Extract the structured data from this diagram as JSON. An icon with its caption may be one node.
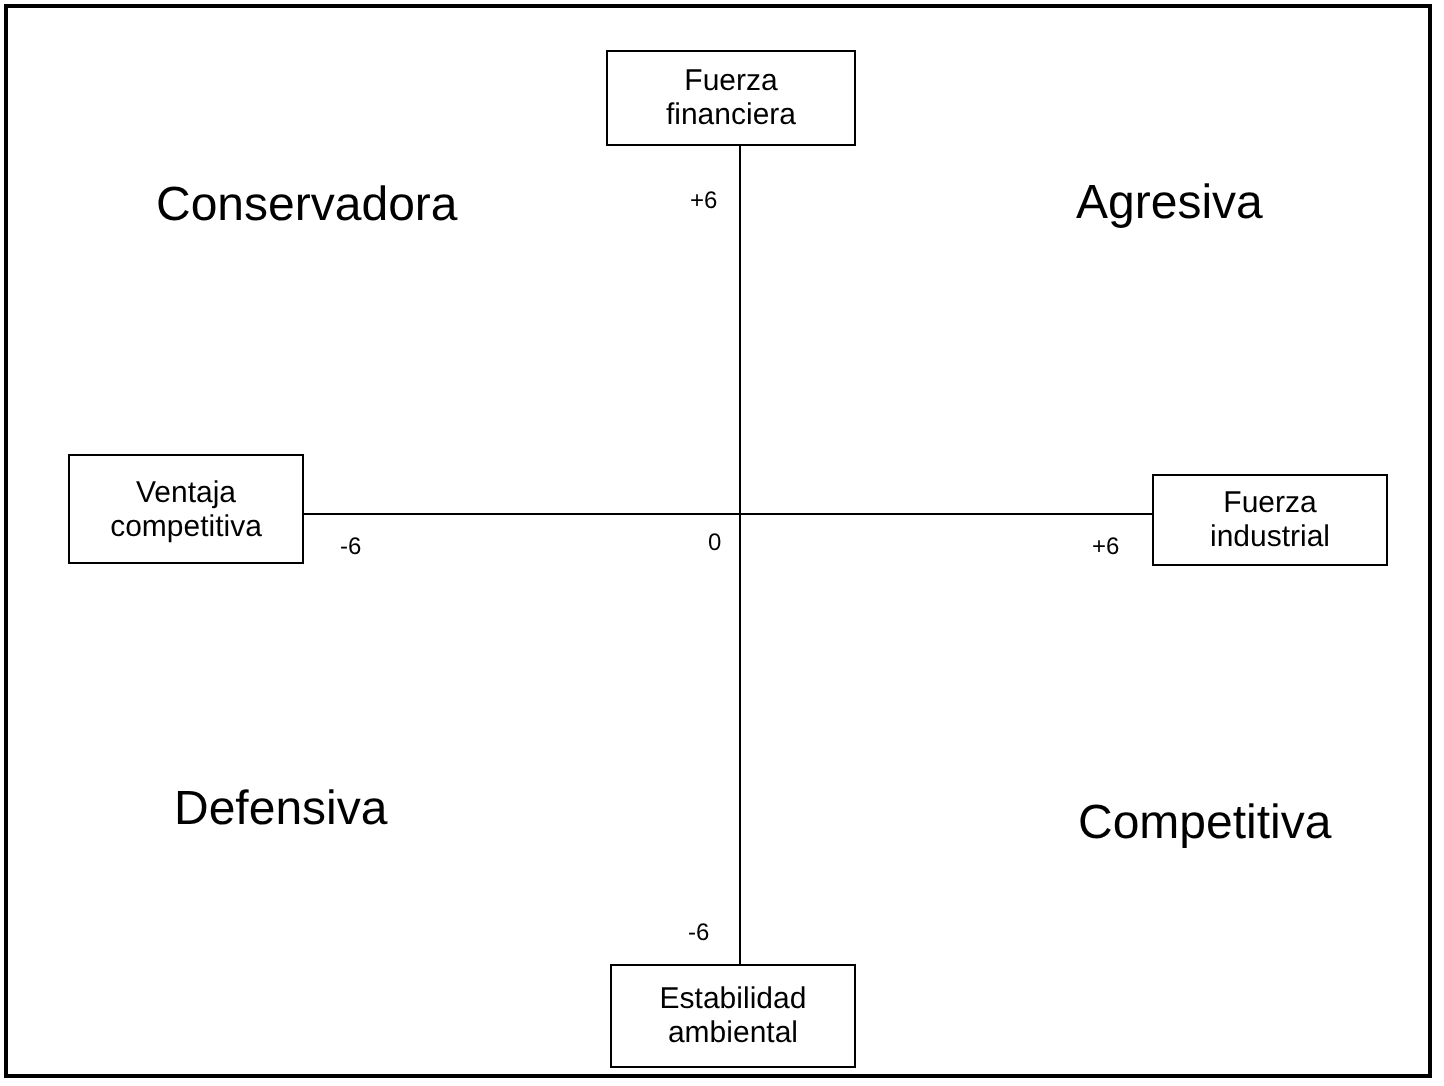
{
  "diagram": {
    "nodes": [
      {
        "text": [
          "Fuerza financiera"
        ]
      },
      {
        "text": [
          "Ventaja competitiva"
        ]
      },
      {
        "text": [
          "Fuerza industrial"
        ]
      },
      {
        "text": [
          "Estabilidad ambiental"
        ]
      }
    ],
    "edges": [
      {
        "from": 0,
        "to": 3,
        "arrow": "none"
      },
      {
        "from": 1,
        "to": 2,
        "arrow": "none"
      }
    ],
    "labels": [
      "Conservadora",
      "Agresiva",
      "+6",
      "-6",
      "0",
      "+6",
      "Defensiva",
      "Competitiva",
      "-6"
    ]
  }
}
